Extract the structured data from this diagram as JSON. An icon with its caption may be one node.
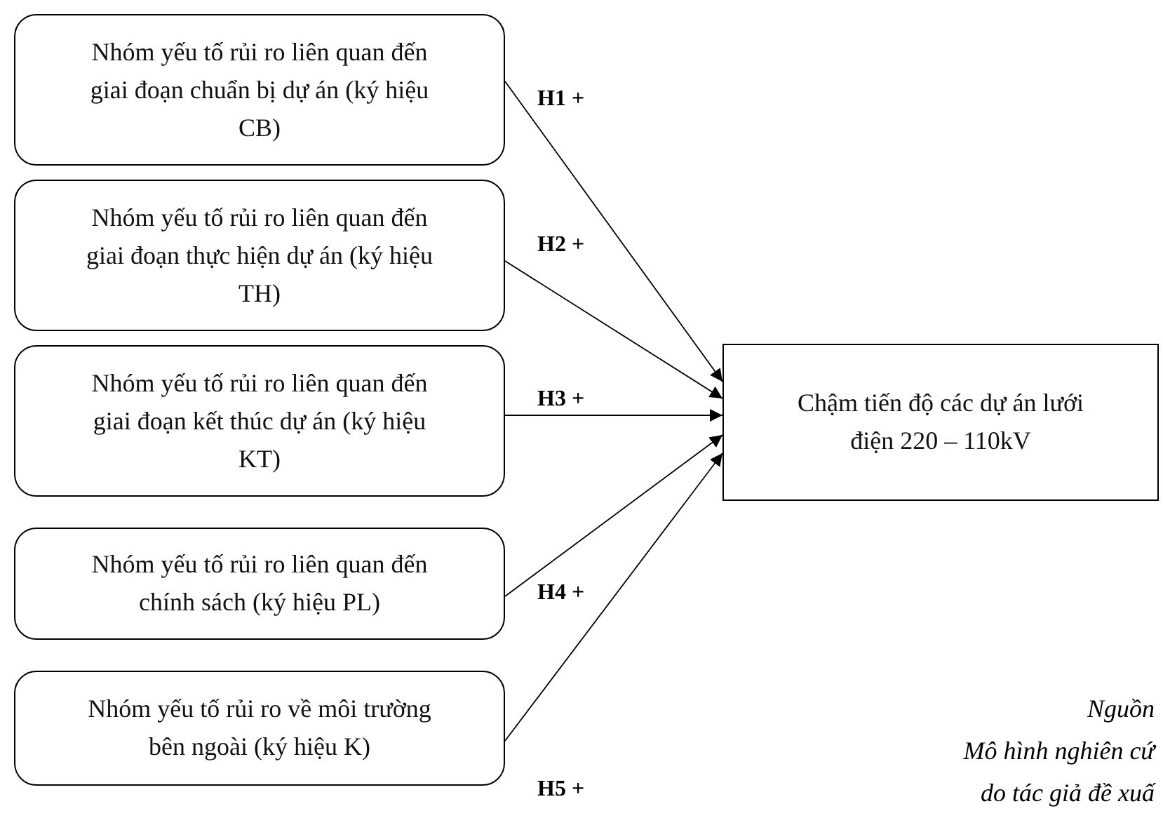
{
  "diagram": {
    "nodes": [
      {
        "text": [
          "Nhóm yếu tố rủi ro liên quan đến giai đoạn chuẩn bị dự án (ký hiệu CB)"
        ]
      },
      {
        "text": [
          "Nhóm yếu tố rủi ro liên quan đến giai đoạn thực hiện dự án (ký hiệu TH)"
        ]
      },
      {
        "text": [
          "Nhóm yếu tố rủi ro liên quan đến giai đoạn kết thúc dự án (ký hiệu KT)"
        ]
      },
      {
        "text": [
          "Nhóm yếu tố rủi ro liên quan đến chính sách (ký hiệu PL)"
        ]
      },
      {
        "text": [
          "Nhóm yếu tố rủi ro về môi trường bên ngoài (ký hiệu K)"
        ]
      },
      {
        "text": [
          "Chậm tiến độ các dự án lưới điện 220 – 110kV"
        ]
      }
    ],
    "edges": [
      {
        "from": 0,
        "to": 5,
        "arrow": "to",
        "label": "H1 +"
      },
      {
        "from": 1,
        "to": 5,
        "arrow": "to",
        "label": "H2 +"
      },
      {
        "from": 2,
        "to": 5,
        "arrow": "to",
        "label": "H3 +"
      },
      {
        "from": 3,
        "to": 5,
        "arrow": "to",
        "label": "H4 +"
      },
      {
        "from": 4,
        "to": 5,
        "arrow": "to",
        "label": "H5 +"
      }
    ],
    "labels": [
      "Nguồn",
      "Mô hình nghiên cứ",
      "do tác giả đề xuấ"
    ]
  }
}
